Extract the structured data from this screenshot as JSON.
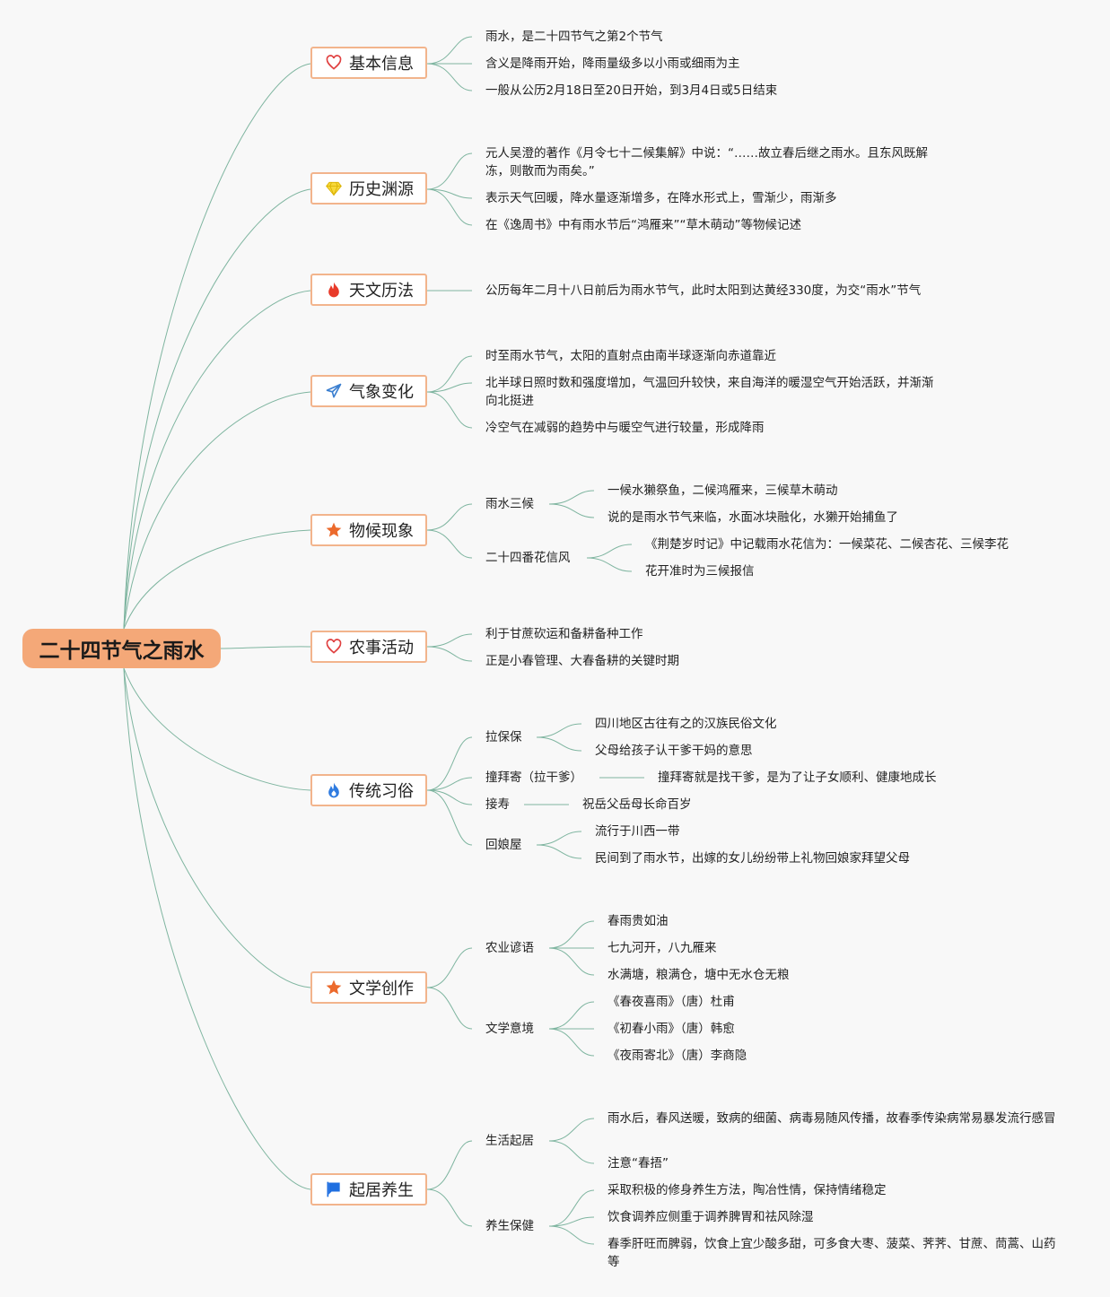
{
  "colors": {
    "root_fill": "#f4a878",
    "branch_border": "#f2b48c",
    "connector": "#7fb5a0",
    "background": "#f8f8f8"
  },
  "root": "二十四节气之雨水",
  "branches": [
    {
      "label": "基本信息",
      "icon": "heart-outline-icon",
      "items": [
        "雨水，是二十四节气之第2个节气",
        "含义是降雨开始，降雨量级多以小雨或细雨为主",
        "一般从公历2月18日至20日开始，到3月4日或5日结束"
      ]
    },
    {
      "label": "历史渊源",
      "icon": "diamond-icon",
      "items": [
        "元人吴澄的著作《月令七十二候集解》中说：“……故立春后继之雨水。且东风既解冻，则散而为雨矣。”",
        "表示天气回暖，降水量逐渐增多，在降水形式上，雪渐少，雨渐多",
        "在《逸周书》中有雨水节后“鸿雁来”“草木萌动”等物候记述"
      ]
    },
    {
      "label": "天文历法",
      "icon": "fire-icon",
      "items": [
        "公历每年二月十八日前后为雨水节气，此时太阳到达黄经330度，为交“雨水”节气"
      ]
    },
    {
      "label": "气象变化",
      "icon": "paper-plane-icon",
      "items": [
        "时至雨水节气，太阳的直射点由南半球逐渐向赤道靠近",
        "北半球日照时数和强度增加，气温回升较快，来自海洋的暖湿空气开始活跃，并渐渐向北挺进",
        "冷空气在减弱的趋势中与暖空气进行较量，形成降雨"
      ]
    },
    {
      "label": "物候现象",
      "icon": "star-icon",
      "groups": [
        {
          "label": "雨水三候",
          "items": [
            "一候水獭祭鱼，二候鸿雁来，三候草木萌动",
            "说的是雨水节气来临，水面冰块融化，水獭开始捕鱼了"
          ]
        },
        {
          "label": "二十四番花信风",
          "items": [
            "《荆楚岁时记》中记载雨水花信为：一候菜花、二候杏花、三候李花",
            "花开准时为三候报信"
          ]
        }
      ]
    },
    {
      "label": "农事活动",
      "icon": "heart-outline-icon",
      "items": [
        "利于甘蔗砍运和备耕备种工作",
        "正是小春管理、大春备耕的关键时期"
      ]
    },
    {
      "label": "传统习俗",
      "icon": "water-drop-icon",
      "groups": [
        {
          "label": "拉保保",
          "items": [
            "四川地区古往有之的汉族民俗文化",
            "父母给孩子认干爹干妈的意思"
          ]
        },
        {
          "label": "撞拜寄（拉干爹）",
          "items": [
            "撞拜寄就是找干爹，是为了让子女顺利、健康地成长"
          ]
        },
        {
          "label": "接寿",
          "items": [
            "祝岳父岳母长命百岁"
          ]
        },
        {
          "label": "回娘屋",
          "items": [
            "流行于川西一带",
            "民间到了雨水节，出嫁的女儿纷纷带上礼物回娘家拜望父母"
          ]
        }
      ]
    },
    {
      "label": "文学创作",
      "icon": "star-icon",
      "groups": [
        {
          "label": "农业谚语",
          "items": [
            "春雨贵如油",
            "七九河开，八九雁来",
            "水满塘，粮满仓，塘中无水仓无粮"
          ]
        },
        {
          "label": "文学意境",
          "items": [
            "《春夜喜雨》（唐）杜甫",
            "《初春小雨》（唐）韩愈",
            "《夜雨寄北》（唐）李商隐"
          ]
        }
      ]
    },
    {
      "label": "起居养生",
      "icon": "flag-icon",
      "groups": [
        {
          "label": "生活起居",
          "items": [
            "雨水后，春风送暖，致病的细菌、病毒易随风传播，故春季传染病常易暴发流行感冒",
            "注意“春捂”"
          ]
        },
        {
          "label": "养生保健",
          "items": [
            "采取积极的修身养生方法，陶冶性情，保持情绪稳定",
            "饮食调养应侧重于调养脾胃和祛风除湿",
            "春季肝旺而脾弱，饮食上宜少酸多甜，可多食大枣、菠菜、荠荠、甘蔗、茼蒿、山药等"
          ]
        }
      ]
    }
  ]
}
